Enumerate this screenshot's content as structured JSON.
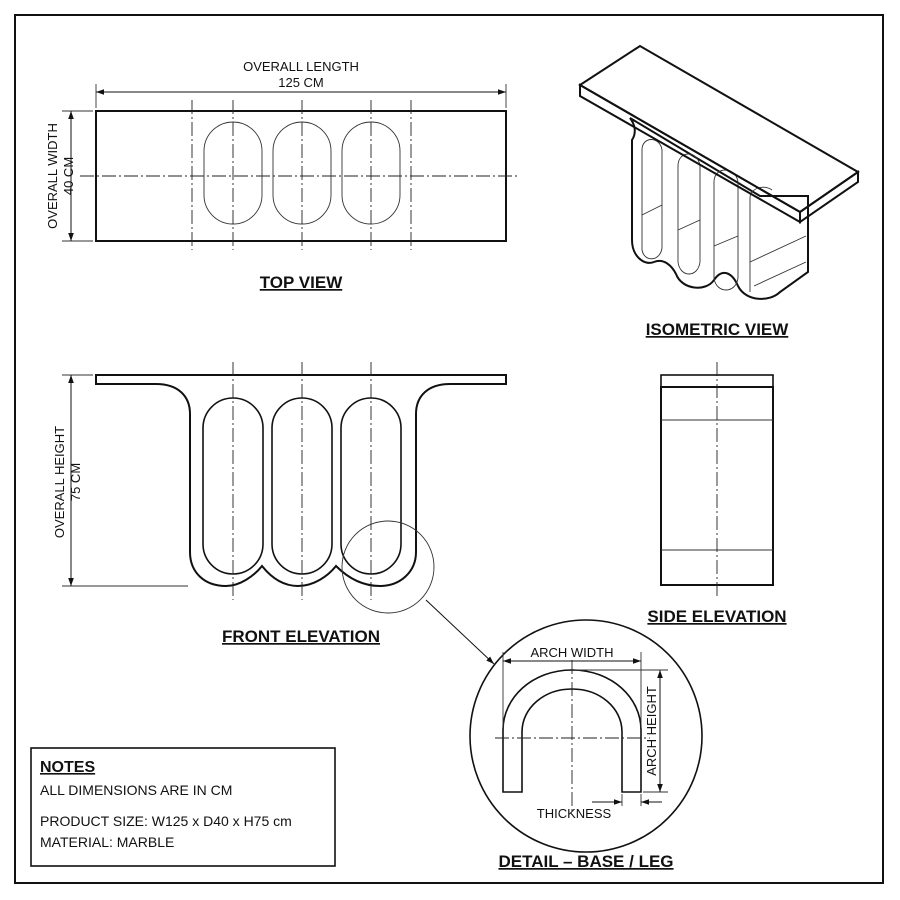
{
  "top_view": {
    "title": "TOP VIEW",
    "overall_length_label": "OVERALL LENGTH",
    "overall_length_value": "125 CM",
    "overall_width_label": "OVERALL WIDTH",
    "overall_width_value": "40 CM"
  },
  "isometric_view": {
    "title": "ISOMETRIC VIEW"
  },
  "front_elevation": {
    "title": "FRONT ELEVATION",
    "overall_height_label": "OVERALL HEIGHT",
    "overall_height_value": "75 CM"
  },
  "side_elevation": {
    "title": "SIDE ELEVATION"
  },
  "detail": {
    "title": "DETAIL – BASE / LEG",
    "arch_width_label": "ARCH WIDTH",
    "arch_height_label": "ARCH HEIGHT",
    "thickness_label": "THICKNESS"
  },
  "notes": {
    "heading": "NOTES",
    "line1": "ALL DIMENSIONS ARE IN CM",
    "line2": "PRODUCT SIZE: W125 x D40 x H75 cm",
    "line3": "MATERIAL: MARBLE"
  }
}
